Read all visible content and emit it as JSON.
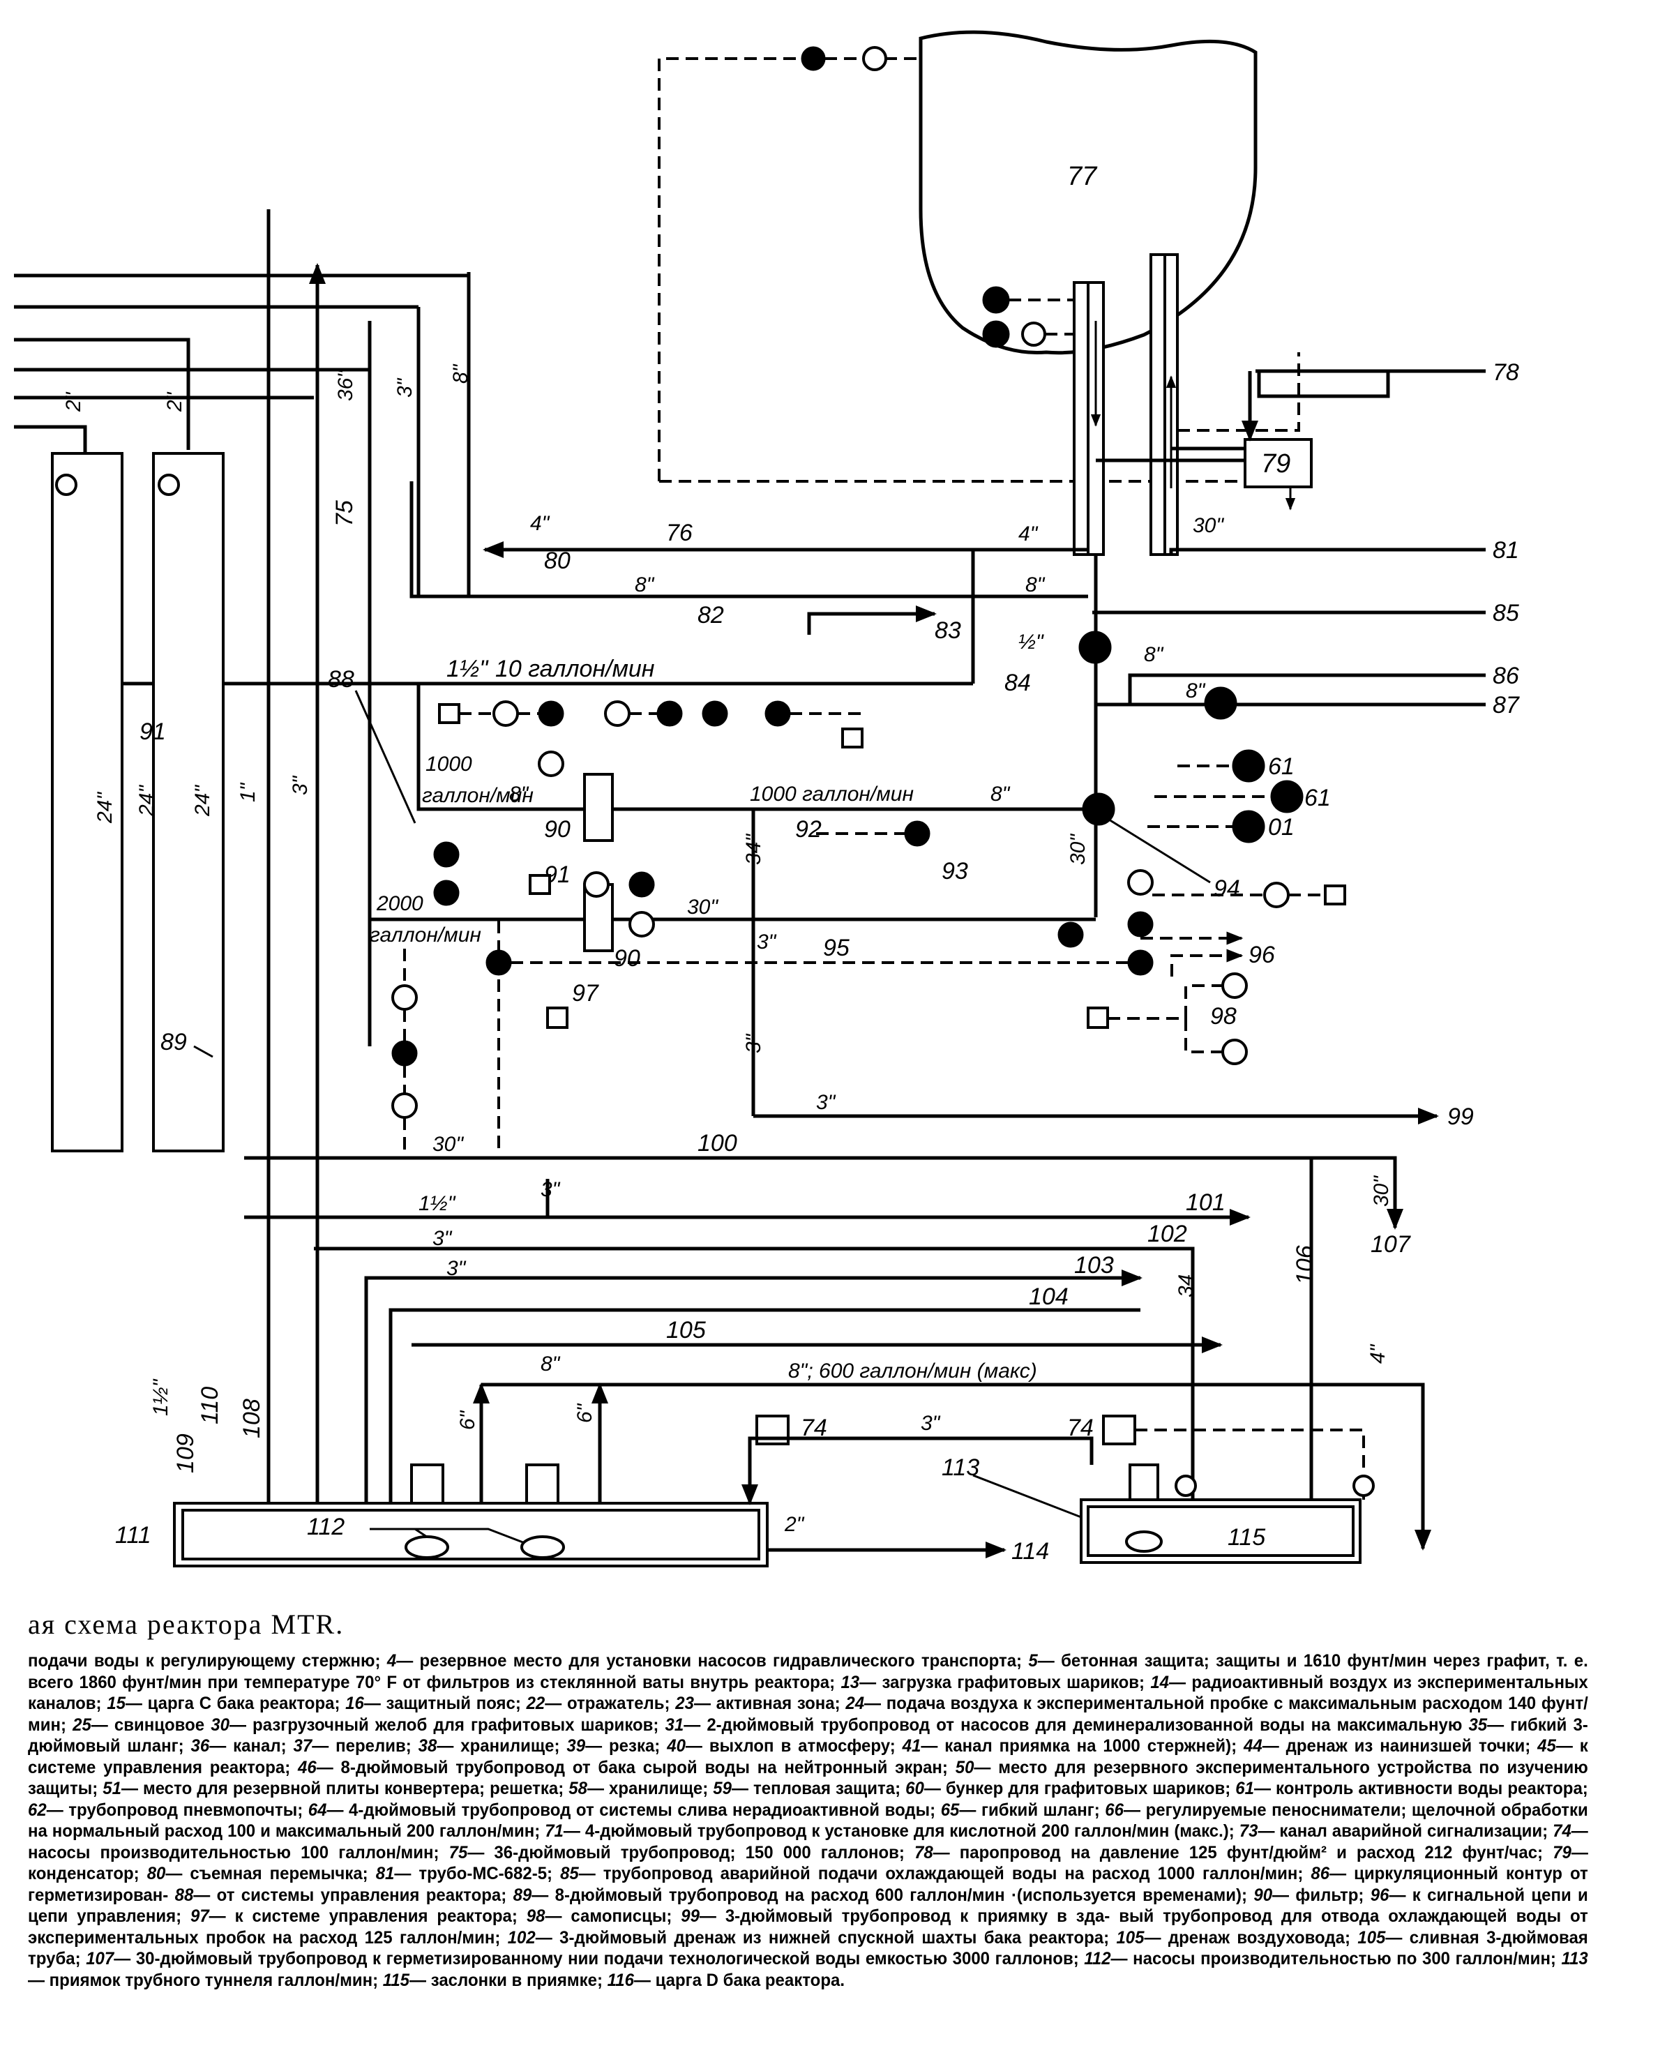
{
  "figure": {
    "title": "ая схема реактора MTR.",
    "tank_label": "77",
    "condenser_label": "79"
  },
  "labels": {
    "line_78": "78",
    "line_81": "81",
    "line_85": "85",
    "line_86": "86",
    "line_87": "87",
    "line_99": "99",
    "line_107": "107",
    "line_101": "101",
    "line_102": "102",
    "line_103": "103",
    "line_104": "104",
    "line_105": "105",
    "line_106": "106",
    "line_100": "100",
    "line_108": "108",
    "line_109": "109",
    "line_110": "110",
    "line_111": "111",
    "line_112": "112",
    "line_113": "113",
    "line_114": "114",
    "line_115": "115",
    "line_74a": "74",
    "line_74b": "74",
    "line_75": "75",
    "line_76": "76",
    "line_80": "80",
    "line_82": "82",
    "line_83": "83",
    "line_84": "84",
    "line_88": "88",
    "line_89": "89",
    "line_90a": "90",
    "line_90b": "90",
    "line_91a": "91",
    "line_91b": "91",
    "line_92": "92",
    "line_93": "93",
    "line_94": "94",
    "line_95": "95",
    "line_96": "96",
    "line_97": "97",
    "line_98": "98",
    "line_61a": "61",
    "line_61b": "61",
    "line_01": "01"
  },
  "sizes": {
    "s2a": "2\"",
    "s2b": "2\"",
    "s36": "36\"",
    "s3a": "3\"",
    "s8a": "8\"",
    "s4a": "4\"",
    "s4b": "4\"",
    "s8b": "8\"",
    "s8c": "8\"",
    "s30a": "30\"",
    "s1half_a": "1½\"",
    "s10gpm": "10 галлон/мин",
    "s_half": "½\"",
    "s8d": "8\"",
    "s8e": "8\"",
    "s24a": "24\"",
    "s24b": "24\"",
    "s24c": "24\"",
    "s1": "1\"",
    "s3b": "3\"",
    "s1000a": "1000",
    "s_gpm_a": "галлон/мин",
    "s8f": "8\"",
    "s1000gpm": "1000 галлон/мин",
    "s8g": "8\"",
    "s34a": "34\"",
    "s30b": "30\"",
    "s2000": "2000",
    "s_gpm_b": "галлон/мин",
    "s30c": "30\"",
    "s3c": "3\"",
    "s3d": "3\"",
    "s3e": "3\"",
    "s30d": "30\"",
    "s1half_b": "1½\"",
    "s3f": "3\"",
    "s3g": "3\"",
    "s3h": "3\"",
    "s34b": "34",
    "s30e": "30\"",
    "s8h": "8\"",
    "s600": "8\"; 600 галлон/мин (макс)",
    "s4c": "4\"",
    "s6a": "6\"",
    "s6b": "6\"",
    "s3i": "3\"",
    "s2c": "2\"",
    "s1half_c": "1½\""
  },
  "caption": {
    "body": [
      {
        "text": "подачи воды к регулирующему стержню; "
      },
      {
        "num": "4",
        "text": "— резервное место для установки насосов гидравлического транспорта; "
      },
      {
        "num": "5",
        "text": "— бетонная защита; защиты и 1610 фунт/мин через графит, т. е. всего 1860 фунт/мин при температуре 70° F от фильтров из стеклянной ваты внутрь реактора; "
      },
      {
        "num": "13",
        "text": "— загрузка графитовых шариков; "
      },
      {
        "num": "14",
        "text": "— радиоактивный воздух из экспериментальных каналов; "
      },
      {
        "num": "15",
        "text": "— царга C бака реактора; "
      },
      {
        "num": "16",
        "text": "— защитный пояс; "
      },
      {
        "num": "22",
        "text": "— отражатель; "
      },
      {
        "num": "23",
        "text": "— активная зона; "
      },
      {
        "num": "24",
        "text": "— подача воздуха к экспериментальной пробке с максимальным расходом 140 фунт/мин; "
      },
      {
        "num": "25",
        "text": "— свинцовое "
      },
      {
        "num": "30",
        "text": "— разгрузочный желоб для графитовых шариков; "
      },
      {
        "num": "31",
        "text": "— 2-дюймовый трубопровод от насосов для деминерализованной воды на максимальную "
      },
      {
        "num": "35",
        "text": "— гибкий 3-дюймовый шланг; "
      },
      {
        "num": "36",
        "text": "— канал; "
      },
      {
        "num": "37",
        "text": "— перелив; "
      },
      {
        "num": "38",
        "text": "— хранилище; "
      },
      {
        "num": "39",
        "text": "— резка; "
      },
      {
        "num": "40",
        "text": "— выхлоп в атмосферу; "
      },
      {
        "num": "41",
        "text": "— канал приямка на 1000 стержней); "
      },
      {
        "num": "44",
        "text": "— дренаж из наинизшей точки; "
      },
      {
        "num": "45",
        "text": "— к системе управления реактора; "
      },
      {
        "num": "46",
        "text": "— 8-дюймовый трубопровод от бака сырой воды на нейтронный экран; "
      },
      {
        "num": "50",
        "text": "— место для резервного экспериментального устройства по изучению защиты; "
      },
      {
        "num": "51",
        "text": "— место для резервной плиты конвертера; решетка; "
      },
      {
        "num": "58",
        "text": "— хранилище; "
      },
      {
        "num": "59",
        "text": "— тепловая защита; "
      },
      {
        "num": "60",
        "text": "— бункер для графитовых шариков; "
      },
      {
        "num": "61",
        "text": "— контроль активности воды реактора; "
      },
      {
        "num": "62",
        "text": "— трубопровод пневмопочты; "
      },
      {
        "num": "64",
        "text": "— 4-дюймовый трубопровод от системы слива нерадиоактивной воды; "
      },
      {
        "num": "65",
        "text": "— гибкий шланг; "
      },
      {
        "num": "66",
        "text": "— регулируемые пеноснимател​и; щелочной обработки на нормальный расход 100 и максимальный 200 галлон/мин; "
      },
      {
        "num": "71",
        "text": "— 4-дюймовый трубопровод к установке для кислотной 200 галлон/мин (макс.); "
      },
      {
        "num": "73",
        "text": "— канал аварийной сигнализации; "
      },
      {
        "num": "74",
        "text": "— насосы производительностью 100 галлон/мин; "
      },
      {
        "num": "75",
        "text": "— 36-дюймовый трубопровод; 150 000 галлонов; "
      },
      {
        "num": "78",
        "text": "— паропровод на давление 125 фунт/дюйм² и расход 212 фунт/час; "
      },
      {
        "num": "79",
        "text": "— конденсатор; "
      },
      {
        "num": "80",
        "text": "— съемная перемычка; "
      },
      {
        "num": "81",
        "text": "— трубо-МС-682-5; "
      },
      {
        "num": "85",
        "text": "— трубопровод аварийной подачи охлаждающей воды на расход 1000 галлон/мин; "
      },
      {
        "num": "86",
        "text": "— циркуляционный контур от герметизирован- "
      },
      {
        "num": "88",
        "text": "— от системы управления реактора; "
      },
      {
        "num": "89",
        "text": "— 8-дюймовый трубопровод на расход 600 галлон/мин ·(используется временами); "
      },
      {
        "num": "90",
        "text": "— фильтр; "
      },
      {
        "num": "96",
        "text": "— к сигнальной цепи и цепи управления; "
      },
      {
        "num": "97",
        "text": "— к системе управления реактора; "
      },
      {
        "num": "98",
        "text": "— самописцы; "
      },
      {
        "num": "99",
        "text": "— 3-дюймовый трубопровод к приямку в зда- вый трубопровод для отвода охлаждающей воды от экспериментальных пробок на расход 125 галлон/мин; "
      },
      {
        "num": "102",
        "text": "— 3-дюймовый дренаж из нижней спускной шахты бака реактора; "
      },
      {
        "num": "105",
        "text": "— дренаж воздуховода; "
      },
      {
        "num": "105",
        "text": "— сливная 3-дюймовая труба; "
      },
      {
        "num": "107",
        "text": "— 30-дюймовый трубопровод к герметизированному нии подачи технологической воды емкостью 3000 галлонов; "
      },
      {
        "num": "112",
        "text": "— насосы производительностью по 300 галлон/мин; "
      },
      {
        "num": "113",
        "text": "— приямок трубного туннеля галлон/мин; "
      },
      {
        "num": "115",
        "text": "— заслонки в приямке; "
      },
      {
        "num": "116",
        "text": "— царга D бака реактора."
      }
    ]
  }
}
